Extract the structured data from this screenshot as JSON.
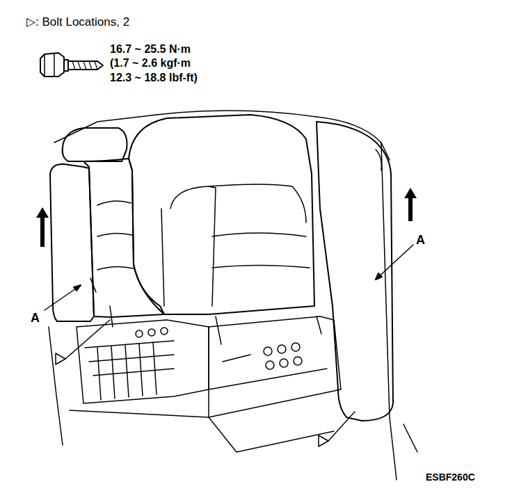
{
  "diagram": {
    "labels": [
      "▷: Bolt Locations, 2",
      "16.7 ~ 25.5 N·m",
      "(1.7 ~ 2.6 kgf·m",
      "12.3 ~ 18.8 lbf-ft)",
      "A",
      "A",
      "ESBF260C"
    ]
  }
}
